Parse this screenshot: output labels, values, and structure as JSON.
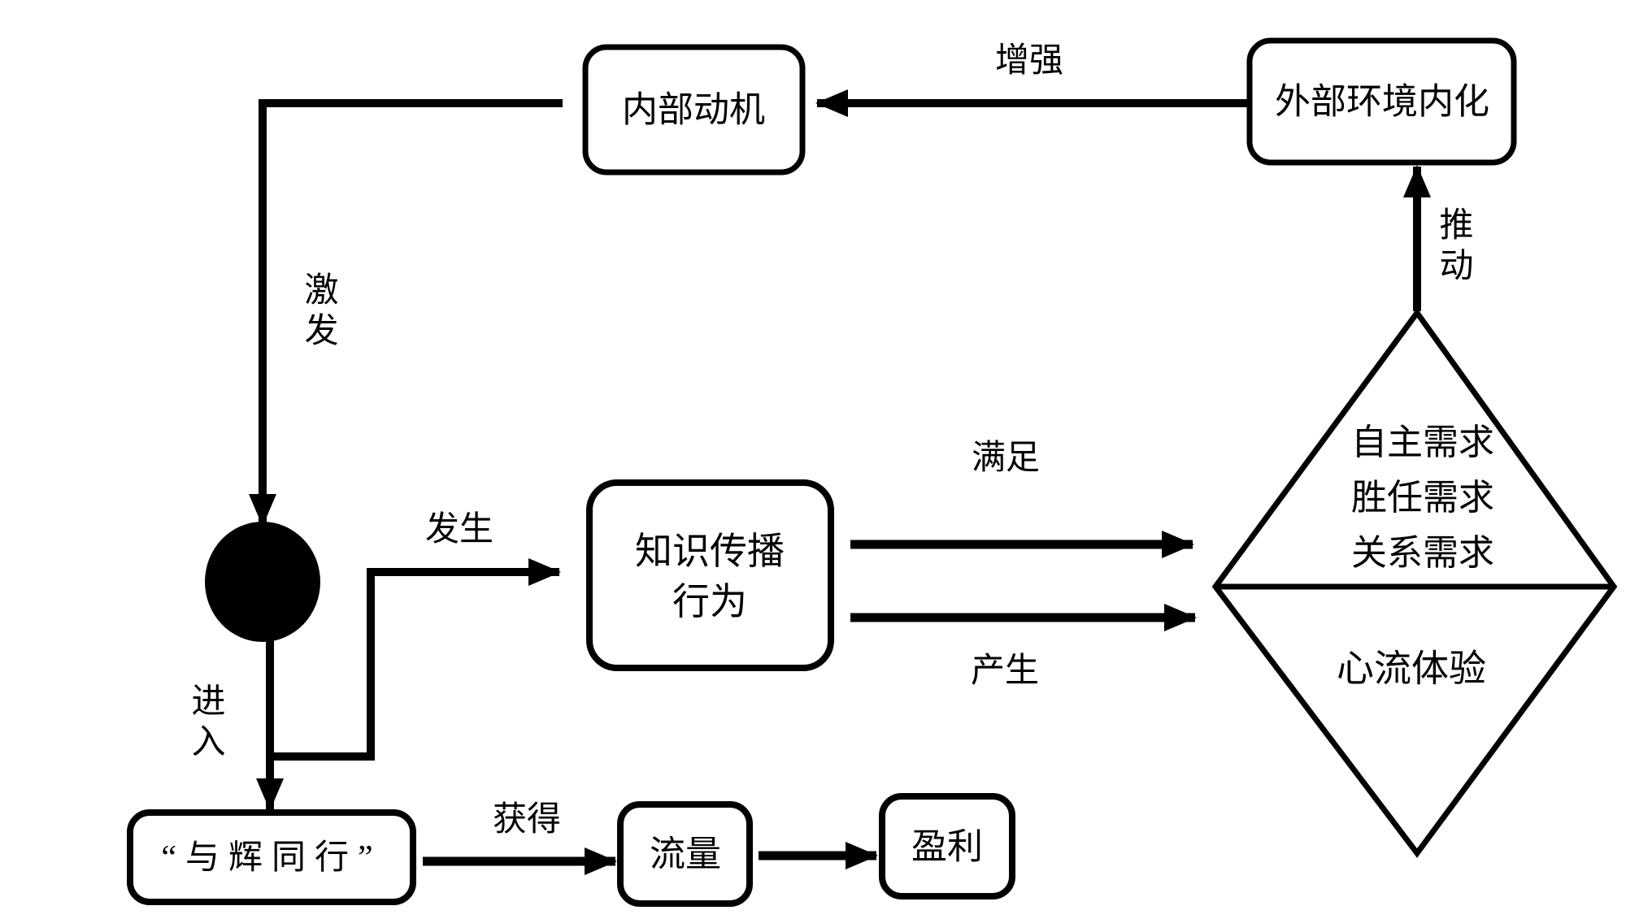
{
  "diagram": {
    "title": "knowledge-dissemination motivation flow diagram",
    "colors": {
      "ink": "#000000",
      "background": "#ffffff"
    },
    "nodes": {
      "internal_motivation": "内部动机",
      "external_env_internalization": "外部环境内化",
      "knowledge_behavior": "知识传播\n行为",
      "yuhui_channel": "“与辉同行”",
      "traffic": "流量",
      "profit": "盈利",
      "needs": "自主需求\n胜任需求\n关系需求",
      "flow_experience": "心流体验"
    },
    "edge_labels": {
      "enhance": "增强",
      "stimulate": "激发",
      "enter": "进入",
      "occur": "发生",
      "satisfy": "满足",
      "produce": "产生",
      "push": "推动",
      "obtain": "获得"
    }
  }
}
